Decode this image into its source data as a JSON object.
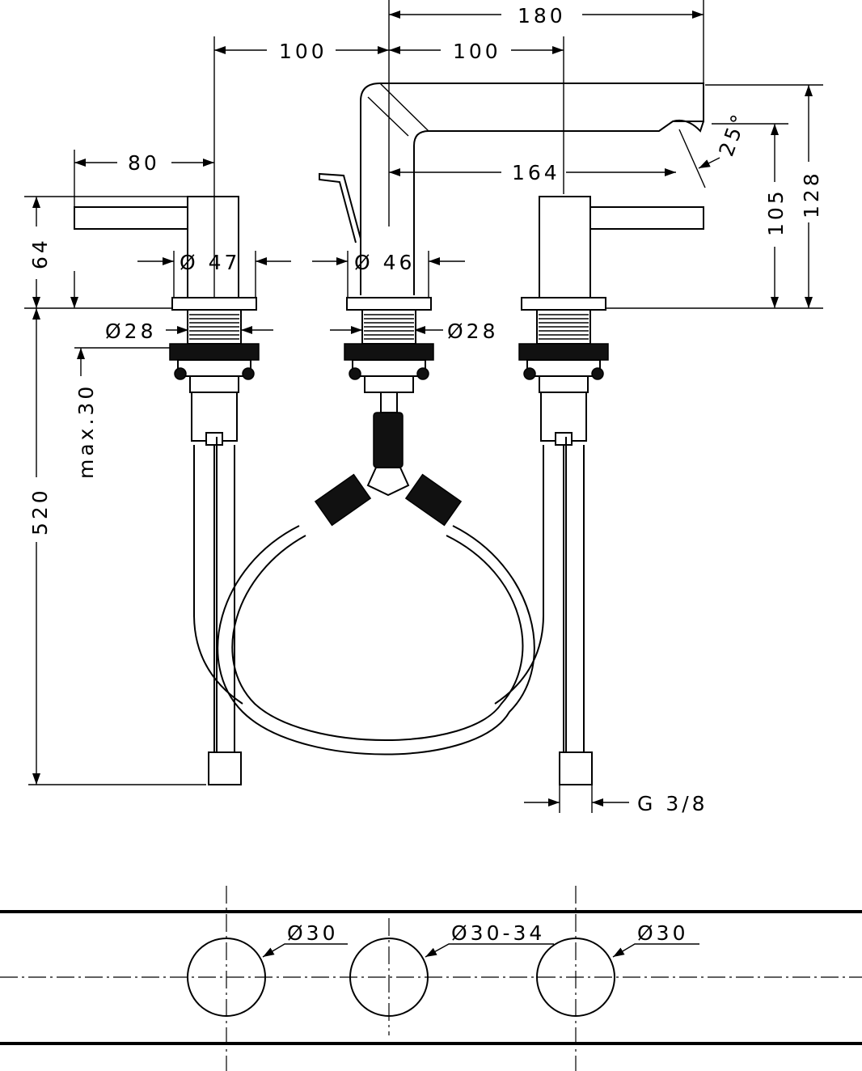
{
  "dimensions": {
    "width_total": "180",
    "spacing_left": "100",
    "spacing_right": "100",
    "handle_length": "80",
    "spout_reach": "164",
    "spout_angle": "25°",
    "spout_height": "105",
    "total_height": "128",
    "handle_height": "64",
    "handle_diameter": "Ø 47",
    "spout_diameter": "Ø 46",
    "thread_left": "Ø28",
    "thread_center": "Ø28",
    "max_deck": "max.30",
    "hose_length": "520",
    "connection": "G 3/8"
  },
  "holes": {
    "left": "Ø30",
    "center": "Ø30-34",
    "right": "Ø30"
  }
}
